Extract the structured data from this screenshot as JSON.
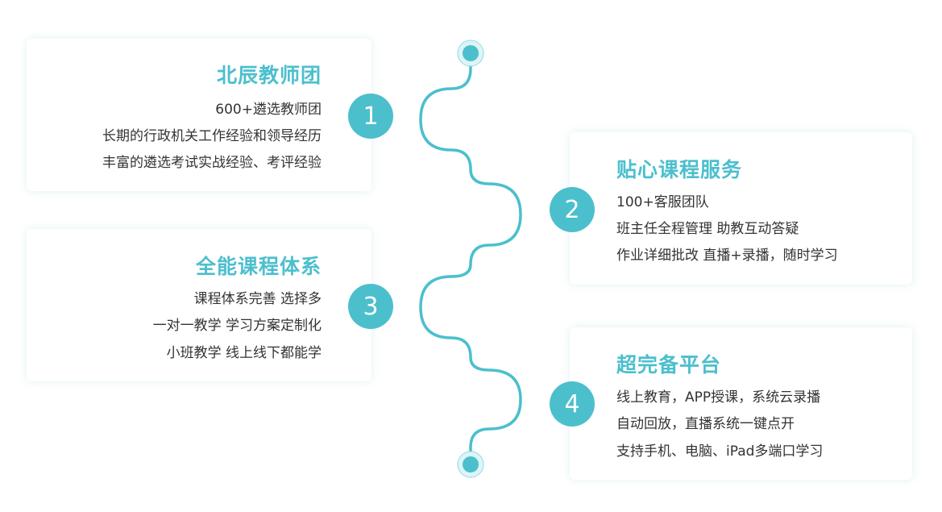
{
  "colors": {
    "accent": "#4cbfcd",
    "text": "#333333",
    "card_shadow": "#5aaaaf"
  },
  "items": [
    {
      "number": "1",
      "title": "北辰教师团",
      "lines": [
        "600+遴选教师团",
        "长期的行政机关工作经验和领导经历",
        "丰富的遴选考试实战经验、考评经验"
      ]
    },
    {
      "number": "2",
      "title": "贴心课程服务",
      "lines": [
        "100+客服团队",
        "班主任全程管理  助教互动答疑",
        "作业详细批改  直播+录播，随时学习"
      ]
    },
    {
      "number": "3",
      "title": "全能课程体系",
      "lines": [
        "课程体系完善 选择多",
        "一对一教学 学习方案定制化",
        "小班教学 线上线下都能学"
      ]
    },
    {
      "number": "4",
      "title": "超完备平台",
      "lines": [
        "线上教育，APP授课，系统云录播",
        "自动回放，直播系统一键点开",
        "支持手机、电脑、iPad多端口学习"
      ]
    }
  ]
}
